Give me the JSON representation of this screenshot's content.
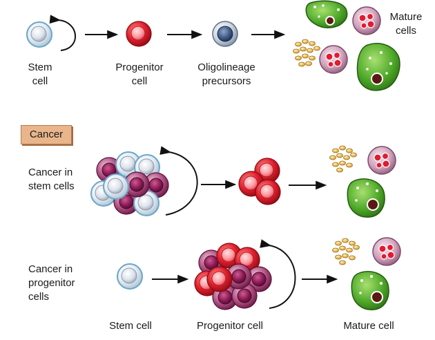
{
  "normal": {
    "stem_cell": "Stem\ncell",
    "progenitor_cell": "Progenitor\ncell",
    "oligolineage": "Oligolineage\nprecursors",
    "mature_cells": "Mature\ncells"
  },
  "cancer_tag": "Cancer",
  "cancer_stem": {
    "label": "Cancer in\nstem cells"
  },
  "cancer_progenitor": {
    "label": "Cancer in\nprogenitor\ncells",
    "stem_cell": "Stem cell",
    "progenitor_cell": "Progenitor cell",
    "mature_cell": "Mature cell"
  },
  "colors": {
    "stem": "#d8e8f2",
    "progenitor": "#e02030",
    "oligo": "#4a6690",
    "magenta": "#9a2c68",
    "mature_green": "#55b02a",
    "granule": "#e8c050",
    "mature_purple": "#c08aa8"
  }
}
